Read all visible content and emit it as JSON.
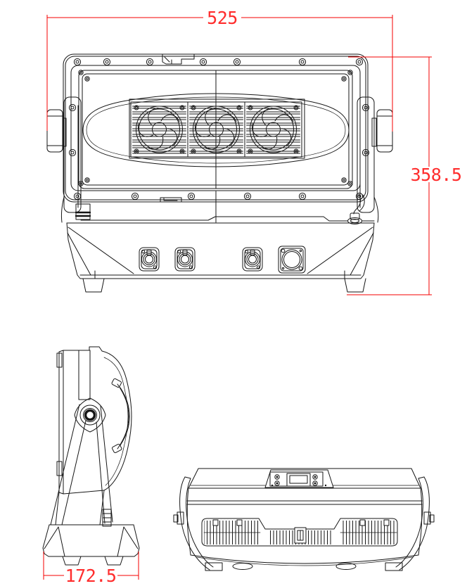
{
  "drawing": {
    "dimensions": {
      "width": "525",
      "height": "358.5",
      "depth": "172.5"
    },
    "colors": {
      "dimension_line": "#f40000",
      "dimension_text": "#ff2d2d",
      "outline": "#161616",
      "background": "#ffffff"
    }
  }
}
